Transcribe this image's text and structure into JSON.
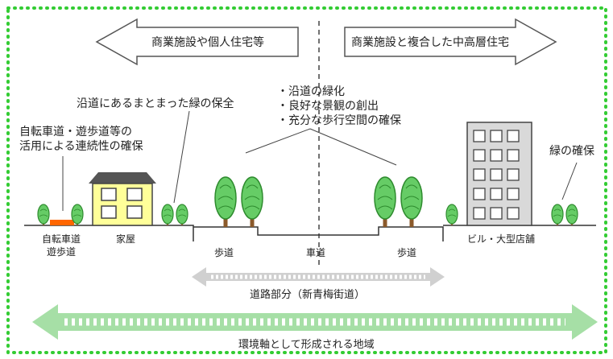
{
  "arrows": {
    "left_label": "商業施設や個人住宅等",
    "right_label": "商業施設と複合した中高層住宅"
  },
  "annotations": {
    "roadside_greenery_block": "沿道にあるまとまった緑の保全",
    "benefits": [
      "・沿道の緑化",
      "・良好な景観の創出",
      "・充分な歩行空間の確保"
    ],
    "bikeway_continuity_line1": "自転車道・遊歩道等の",
    "bikeway_continuity_line2": "活用による連続性の確保",
    "green_secure": "緑の確保"
  },
  "ground_labels": {
    "bikeway_line1": "自転車道",
    "bikeway_line2": "遊歩道",
    "house": "家屋",
    "sidewalk_left": "歩道",
    "carriageway": "車道",
    "sidewalk_right": "歩道",
    "building": "ビル・大型店舗"
  },
  "bottom": {
    "road_section": "道路部分（新青梅街道）",
    "environment_axis": "環境軸として形成される地域"
  },
  "colors": {
    "border": "#33cc33",
    "tree_green": "#66cc66",
    "tree_dark": "#2e8b2e",
    "trunk": "#8b5a2b",
    "house_fill": "#ffff99",
    "building_fill": "#d9d9d9",
    "gray_arrow": "#d0d0d0",
    "green_arrow": "#a6dfa6",
    "bikeway": "#ff6600"
  }
}
